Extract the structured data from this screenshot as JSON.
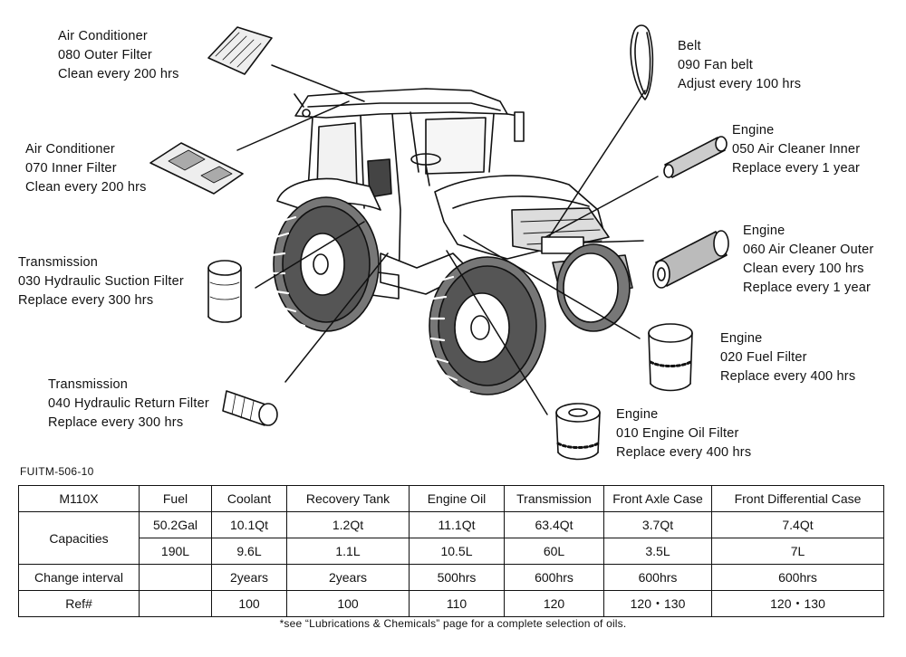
{
  "callouts": [
    {
      "id": "ac-outer",
      "lines": [
        "Air Conditioner",
        "080 Outer Filter",
        "Clean every 200 hrs"
      ]
    },
    {
      "id": "ac-inner",
      "lines": [
        "Air Conditioner",
        "070 Inner Filter",
        "Clean every 200 hrs"
      ]
    },
    {
      "id": "hyd-suction",
      "lines": [
        "Transmission",
        "030 Hydraulic Suction Filter",
        "Replace every 300 hrs"
      ]
    },
    {
      "id": "hyd-return",
      "lines": [
        "Transmission",
        "040 Hydraulic Return Filter",
        "Replace every 300 hrs"
      ]
    },
    {
      "id": "belt",
      "lines": [
        "Belt",
        "090 Fan belt",
        "Adjust every 100 hrs"
      ]
    },
    {
      "id": "air-inner",
      "lines": [
        "Engine",
        "050 Air Cleaner Inner",
        "Replace every 1 year"
      ]
    },
    {
      "id": "air-outer",
      "lines": [
        "Engine",
        "060 Air Cleaner Outer",
        "Clean every 100 hrs",
        "Replace every 1 year"
      ]
    },
    {
      "id": "fuel-filter",
      "lines": [
        "Engine",
        "020 Fuel Filter",
        "Replace every 400 hrs"
      ]
    },
    {
      "id": "oil-filter",
      "lines": [
        "Engine",
        "010 Engine Oil Filter",
        "Replace every 400 hrs"
      ]
    }
  ],
  "doc_id": "FUITM-506-10",
  "table": {
    "model": "M110X",
    "columns": [
      "Fuel",
      "Coolant",
      "Recovery Tank",
      "Engine Oil",
      "Transmission",
      "Front Axle Case",
      "Front Differential Case"
    ],
    "capacities_label": "Capacities",
    "capacities_us": [
      "50.2Gal",
      "10.1Qt",
      "1.2Qt",
      "11.1Qt",
      "63.4Qt",
      "3.7Qt",
      "7.4Qt"
    ],
    "capacities_metric": [
      "190L",
      "9.6L",
      "1.1L",
      "10.5L",
      "60L",
      "3.5L",
      "7L"
    ],
    "change_interval_label": "Change interval",
    "change_interval": [
      "",
      "2years",
      "2years",
      "500hrs",
      "600hrs",
      "600hrs",
      "600hrs"
    ],
    "ref_label": "Ref#",
    "ref": [
      "",
      "100",
      "100",
      "110",
      "120",
      "120・130",
      "120・130"
    ]
  },
  "footnote": "*see “Lubrications & Chemicals” page for a complete selection of oils."
}
